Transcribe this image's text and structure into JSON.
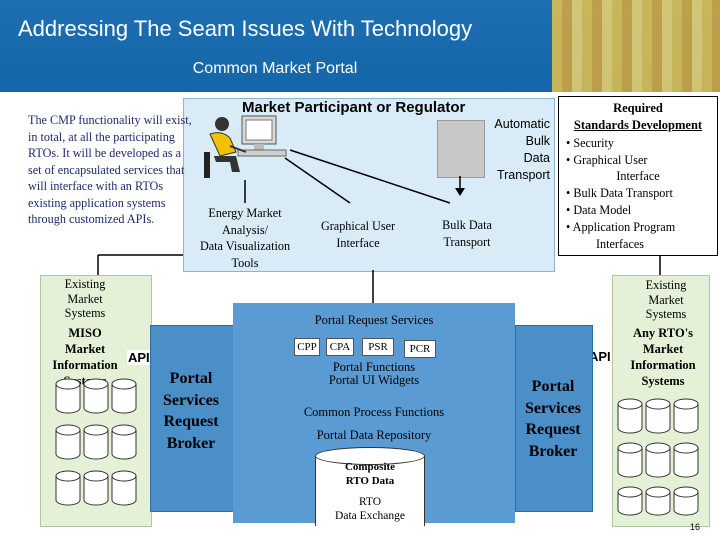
{
  "header": {
    "title": "Addressing The Seam Issues With Technology",
    "subtitle": "Common Market Portal"
  },
  "cmp_note": "The CMP functionality will exist, in total, at all the participating RTOs. It will be developed as a set of encapsulated services that will interface with an RTOs existing application systems through customized APIs.",
  "market_panel": {
    "heading": "Market Participant or Regulator",
    "automatic_bulk": [
      "Automatic",
      "Bulk",
      "Data",
      "Transport"
    ],
    "energy_tools": [
      "Energy Market",
      "Analysis/",
      "Data Visualization",
      "Tools"
    ],
    "gui": [
      "Graphical User",
      "Interface"
    ],
    "bulk_data_transport": [
      "Bulk Data",
      "Transport"
    ]
  },
  "requirements": {
    "title": "Required",
    "subtitle": "Standards Development",
    "items": [
      "• Security",
      "• Graphical User",
      "Interface",
      "• Bulk Data Transport",
      "• Data Model",
      "• Application Program",
      "Interfaces"
    ]
  },
  "left_systems": {
    "existing": [
      "Existing",
      "Market",
      "Systems"
    ],
    "miso": [
      "MISO",
      "Market",
      "Information",
      "Systems"
    ],
    "api": "API"
  },
  "right_systems": {
    "existing": [
      "Existing",
      "Market",
      "Systems"
    ],
    "rto": [
      "Any RTO's",
      "Market",
      "Information",
      "Systems"
    ],
    "api": "API"
  },
  "broker": [
    "Portal",
    "Services",
    "Request",
    "Broker"
  ],
  "portal": {
    "request_services": "Portal Request Services",
    "services": [
      "CPP",
      "CPA",
      "PSR",
      "PCR"
    ],
    "functions": [
      "Portal Functions",
      "Portal UI Widgets"
    ],
    "common_process": "Common Process Functions",
    "data_repository": "Portal Data Repository",
    "composite": [
      "Composite",
      "RTO Data"
    ],
    "exchange": [
      "RTO",
      "Data Exchange"
    ]
  },
  "page_number": "16",
  "colors": {
    "title_bar": "#1d6fb2",
    "panel_light_blue": "#d8ebf6",
    "panel_green": "#e4f1d6",
    "broker_blue": "#4b8fc9",
    "portal_blue": "#5b9bd3",
    "note_text": "#1f2a6b"
  }
}
